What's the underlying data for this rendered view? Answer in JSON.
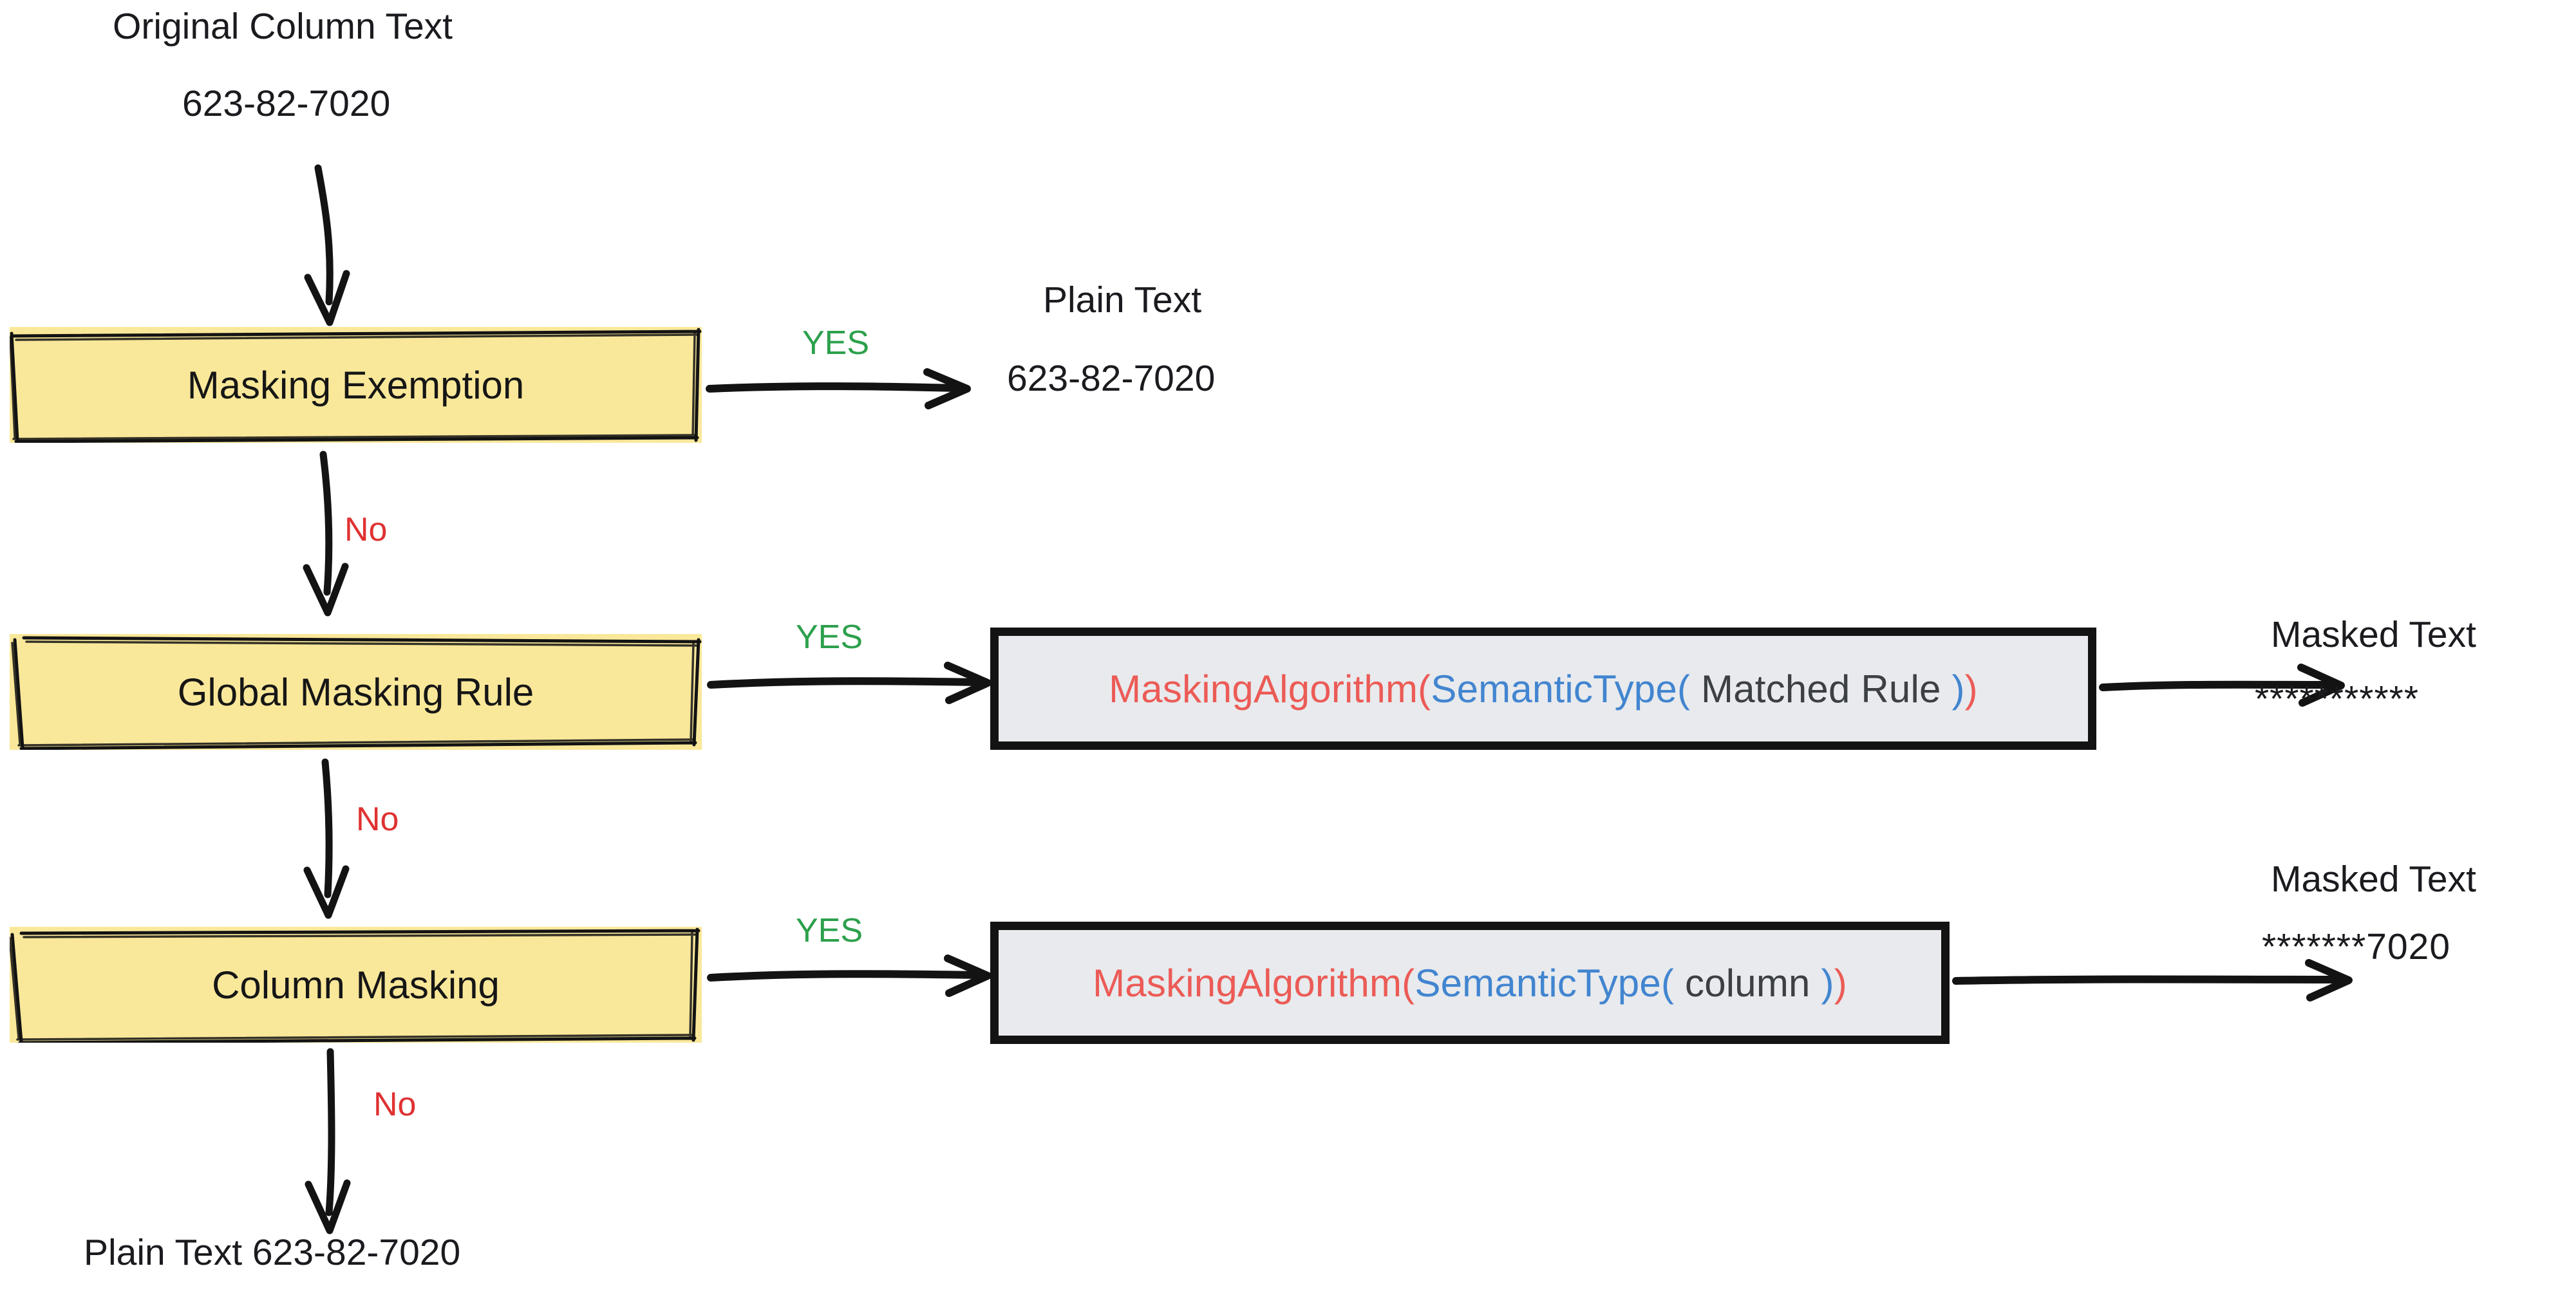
{
  "diagram": {
    "title_label": "Original Column Text",
    "original_value": "623-82-7020",
    "branch_yes": "YES",
    "branch_no": "No",
    "nodes": {
      "masking_exemption": "Masking Exemption",
      "global_masking_rule": "Global Masking Rule",
      "column_masking": "Column Masking"
    },
    "outputs": {
      "exempt_head": "Plain Text",
      "exempt_value": "623-82-7020",
      "global_head": "Masked Text",
      "global_value": "***********",
      "column_head": "Masked Text",
      "column_value": "*******7020",
      "fallthrough_value": "Plain Text  623-82-7020"
    },
    "code_global": {
      "fn": "MaskingAlgorithm",
      "open_fn": "(",
      "type": "SemanticType",
      "open_type": "(",
      "arg": " Matched Rule ",
      "close_type": ")",
      "close_fn": ")"
    },
    "code_column": {
      "fn": "MaskingAlgorithm",
      "open_fn": "(",
      "type": "SemanticType",
      "open_type": "(",
      "arg": " column ",
      "close_type": ")",
      "close_fn": ")"
    },
    "colors": {
      "box_fill": "#FAE89A",
      "code_fill": "#E8EAED",
      "stroke": "#131313",
      "yes_green": "#2CA04C",
      "no_red": "#E03131",
      "code_fn_red": "#EC5B56",
      "code_type_blue": "#4285D0",
      "code_arg_gray": "#3C4043"
    }
  }
}
